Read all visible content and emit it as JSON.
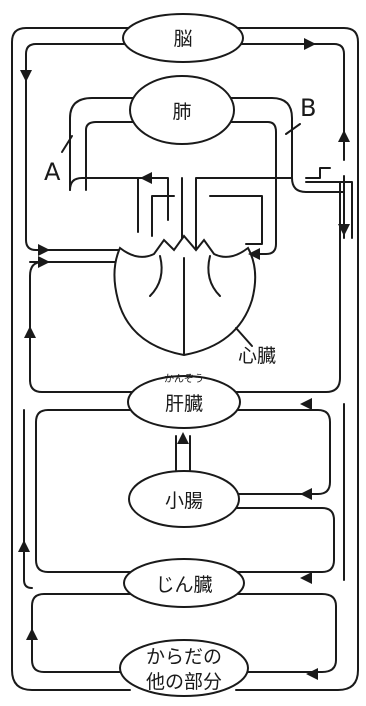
{
  "organs": {
    "brain": "脳",
    "lungs": "肺",
    "heart": "心臓",
    "liver_ruby": "かんぞう",
    "liver": "肝臓",
    "small_intestine": "小腸",
    "kidney": "じん臓",
    "body_line1": "からだの",
    "body_line2": "他の部分"
  },
  "labels": {
    "a": "A",
    "b": "B"
  }
}
